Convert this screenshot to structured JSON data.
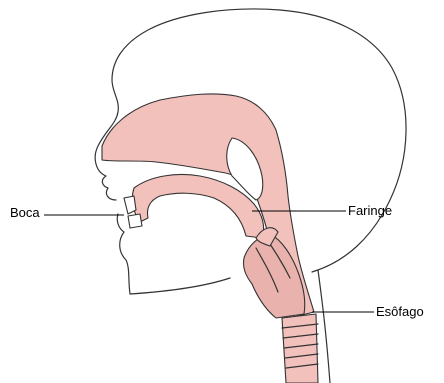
{
  "colors": {
    "tissue": "#f3c1bc",
    "tissue_shadow": "#e3a49d",
    "outline": "#333333",
    "background": "#ffffff"
  },
  "labels": {
    "mouth": "Boca",
    "pharynx": "Faringe",
    "esophagus": "Esôfago"
  }
}
